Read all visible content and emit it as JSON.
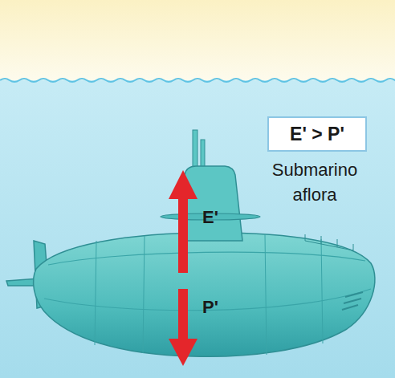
{
  "diagram": {
    "nodes": [
      {
        "text": [
          "E' > P'"
        ]
      }
    ],
    "labels": [
      "E'",
      "P'",
      "Submarino aflora"
    ]
  }
}
